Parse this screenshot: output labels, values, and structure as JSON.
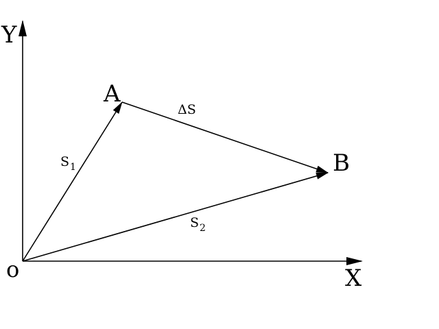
{
  "labels": {
    "y_axis": "Y",
    "x_axis": "X",
    "origin": "o",
    "point_a": "A",
    "point_b": "B",
    "delta_s": "ΔS",
    "s1_base": "S",
    "s1_sub": "1",
    "s2_base": "S",
    "s2_sub": "2"
  },
  "colors": {
    "stroke": "#000000",
    "background": "#ffffff"
  }
}
